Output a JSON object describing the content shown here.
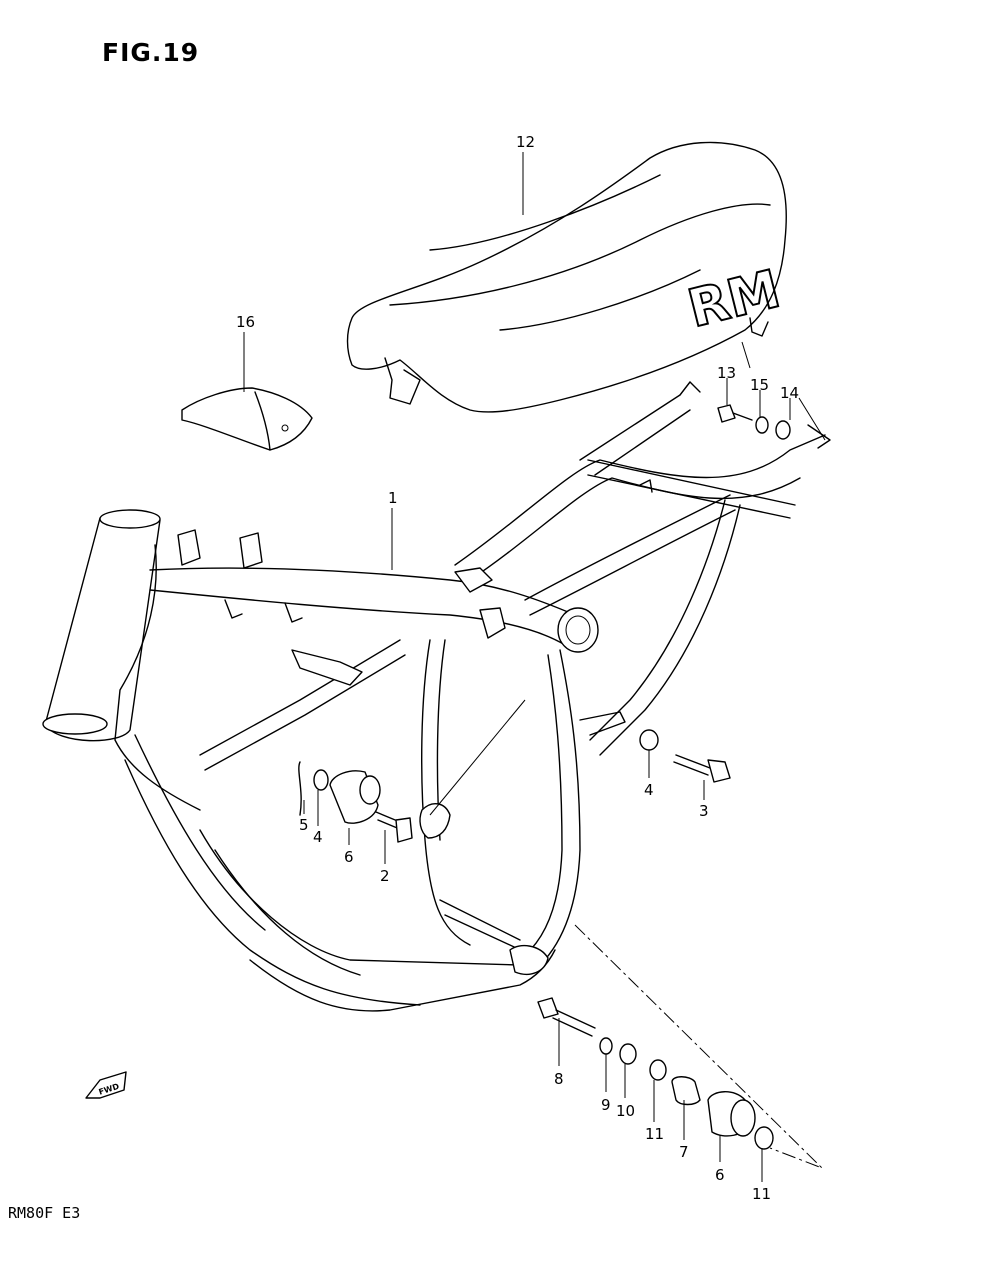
{
  "figure": {
    "title": "FIG.19",
    "model_code": "RM80F  E3",
    "fwd_label": "FWD",
    "seat_logo": "RM"
  },
  "callouts": [
    "1",
    "2",
    "3",
    "4",
    "4",
    "5",
    "6",
    "6",
    "7",
    "8",
    "9",
    "10",
    "11",
    "11",
    "12",
    "13",
    "14",
    "15",
    "16"
  ],
  "colors": {
    "ink": "#000000",
    "paper": "#ffffff"
  }
}
